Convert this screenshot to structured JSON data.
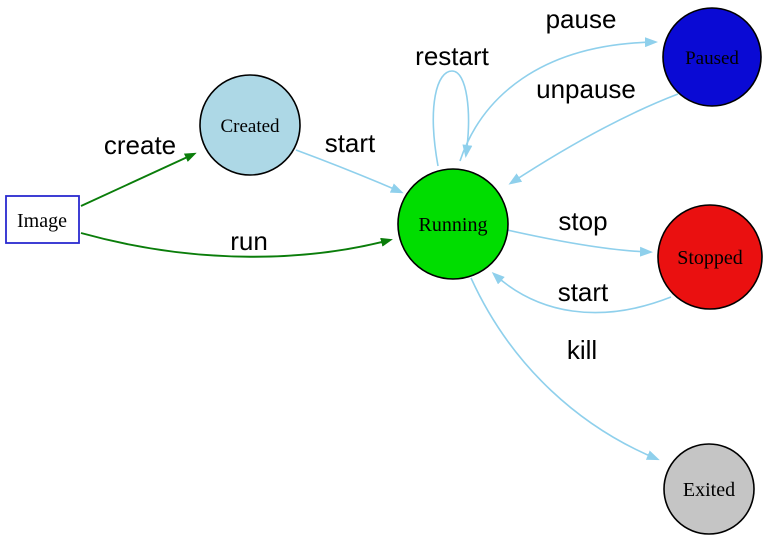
{
  "diagram": {
    "title": "container-lifecycle-state-diagram",
    "background": "#ffffff",
    "colors": {
      "edge_blue": "#8fd0ec",
      "edge_green": "#0a7d0a",
      "node_border": "#000000",
      "image_border": "#2a2ad0",
      "label_text": "#000000"
    },
    "nodes": {
      "image": {
        "label": "Image",
        "fill": "#ffffff",
        "shape": "rect"
      },
      "created": {
        "label": "Created",
        "fill": "#add8e6",
        "shape": "circle"
      },
      "running": {
        "label": "Running",
        "fill": "#00dd00",
        "shape": "circle"
      },
      "paused": {
        "label": "Paused",
        "fill": "#0a0ad4",
        "shape": "circle"
      },
      "stopped": {
        "label": "Stopped",
        "fill": "#ea1010",
        "shape": "circle"
      },
      "exited": {
        "label": "Exited",
        "fill": "#c5c5c5",
        "shape": "circle"
      }
    },
    "edges": {
      "create": {
        "label": "create",
        "from": "image",
        "to": "created",
        "color": "#0a7d0a"
      },
      "run": {
        "label": "run",
        "from": "image",
        "to": "running",
        "color": "#0a7d0a"
      },
      "start_created": {
        "label": "start",
        "from": "created",
        "to": "running",
        "color": "#8fd0ec"
      },
      "restart": {
        "label": "restart",
        "from": "running",
        "to": "running",
        "color": "#8fd0ec"
      },
      "pause": {
        "label": "pause",
        "from": "running",
        "to": "paused",
        "color": "#8fd0ec"
      },
      "unpause": {
        "label": "unpause",
        "from": "paused",
        "to": "running",
        "color": "#8fd0ec"
      },
      "stop": {
        "label": "stop",
        "from": "running",
        "to": "stopped",
        "color": "#8fd0ec"
      },
      "start_stopped": {
        "label": "start",
        "from": "stopped",
        "to": "running",
        "color": "#8fd0ec"
      },
      "kill": {
        "label": "kill",
        "from": "running",
        "to": "exited",
        "color": "#8fd0ec"
      }
    }
  }
}
